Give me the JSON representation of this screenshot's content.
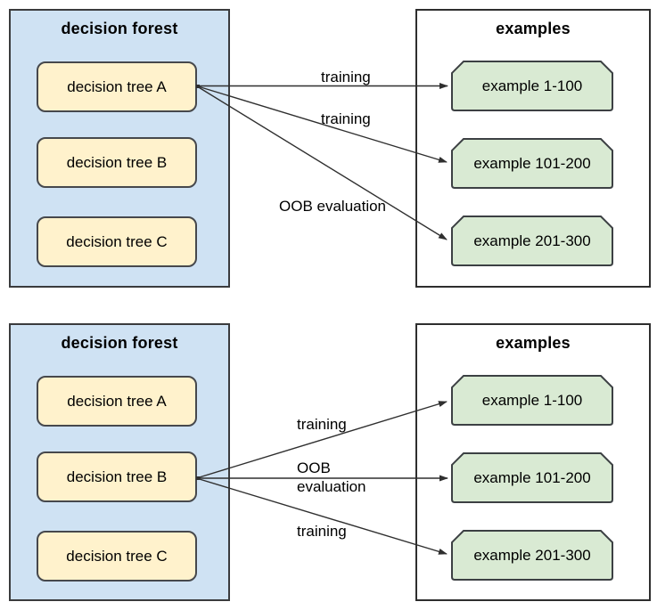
{
  "colors": {
    "forest_box_fill": "#cfe2f3",
    "forest_box_border": "#3a3b3d",
    "tree_node_fill": "#fff2cc",
    "tree_node_border": "#46484c",
    "examples_box_fill": "#ffffff",
    "examples_box_border": "#2e2e2e",
    "example_node_fill": "#d9ead3",
    "example_node_border": "#3c4043",
    "arrow_color": "#2f2f2f",
    "text_color": "#000000"
  },
  "diagrams": [
    {
      "forest": {
        "title": "decision forest",
        "trees": [
          "decision tree A",
          "decision tree B",
          "decision tree C"
        ]
      },
      "examples": {
        "title": "examples",
        "items": [
          "example 1-100",
          "example 101-200",
          "example 201-300"
        ]
      },
      "arrows": [
        {
          "label": "training",
          "from": "decision tree A",
          "to": "example 1-100"
        },
        {
          "label": "training",
          "from": "decision tree A",
          "to": "example 101-200"
        },
        {
          "label": "OOB evaluation",
          "from": "decision tree A",
          "to": "example 201-300"
        }
      ]
    },
    {
      "forest": {
        "title": "decision forest",
        "trees": [
          "decision tree A",
          "decision tree B",
          "decision tree C"
        ]
      },
      "examples": {
        "title": "examples",
        "items": [
          "example 1-100",
          "example 101-200",
          "example 201-300"
        ]
      },
      "arrows": [
        {
          "label": "training",
          "from": "decision tree B",
          "to": "example 1-100"
        },
        {
          "label": "OOB evaluation",
          "from": "decision tree B",
          "to": "example 101-200"
        },
        {
          "label": "training",
          "from": "decision tree B",
          "to": "example 201-300"
        }
      ]
    }
  ]
}
